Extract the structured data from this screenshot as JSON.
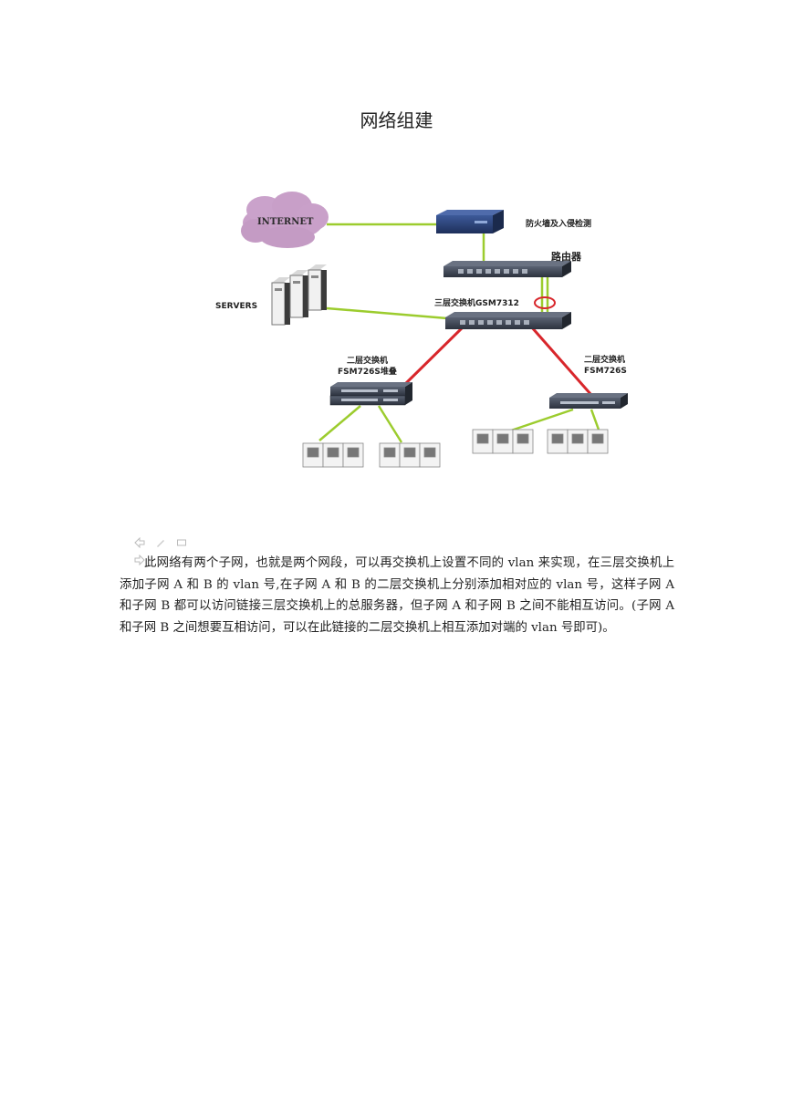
{
  "document": {
    "title": "网络组建",
    "paragraph": "此网络有两个子网，也就是两个网段，可以再交换机上设置不同的 vlan 来实现，在三层交换机上添加子网 A 和 B 的 vlan 号,在子网 A 和 B 的二层交换机上分别添加相对应的 vlan 号，这样子网 A 和子网 B 都可以访问链接三层交换机上的总服务器，但子网 A 和子网 B 之间不能相互访问。(子网 A 和子网 B 之间想要互相访问，可以在此链接的二层交换机上相互添加对端的 vlan 号即可)。"
  },
  "diagram": {
    "internet_label": "INTERNET",
    "firewall_label": "防火墙及入侵检测",
    "router_label": "路由器",
    "servers_label": "SERVERS",
    "l3_switch_label": "三层交换机GSM7312",
    "l2_left_label_1": "二层交换机",
    "l2_left_label_2": "FSM726S堆叠",
    "l2_right_label_1": "二层交换机",
    "l2_right_label_2": "FSM726S",
    "colors": {
      "green_link": "#9ccc2e",
      "red_link": "#d8262b",
      "cloud": "#c9a0c9",
      "device": "#3a4150"
    }
  },
  "toolbar": {
    "icons": [
      "back-arrow-icon",
      "edit-pencil-icon",
      "comment-icon",
      "forward-arrow-icon"
    ]
  }
}
